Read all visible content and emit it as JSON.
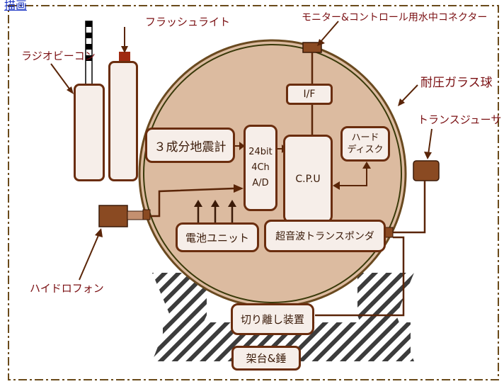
{
  "top_link": "描画",
  "labels": {
    "radio_beacon": "ラジオビーコン",
    "flashlight": "フラッシュライト",
    "connector": "モニター&コントロール用水中コネクター",
    "glass_sphere": "耐圧ガラス球",
    "transducer": "トランスジューサ",
    "hydrophone": "ハイドロフォン"
  },
  "boxes": {
    "seismometer": "３成分地震計",
    "ad_line1": "24bit",
    "ad_line2": "4Ch",
    "ad_line3": "A/D",
    "if": "I/F",
    "cpu": "C.P.U",
    "hdd_line1": "ハード",
    "hdd_line2": "ディスク",
    "battery": "電池ユニット",
    "transponder": "超音波トランスポンダ",
    "release": "切り離し装置",
    "stand": "架台&錘"
  },
  "colors": {
    "sphere_fill": "#dcbba0",
    "box_border": "#6a2d0e",
    "line": "#5a2508",
    "label": "#7a0f12",
    "brown_part": "#8a4a22",
    "border_dash": "#6a4a1a"
  }
}
